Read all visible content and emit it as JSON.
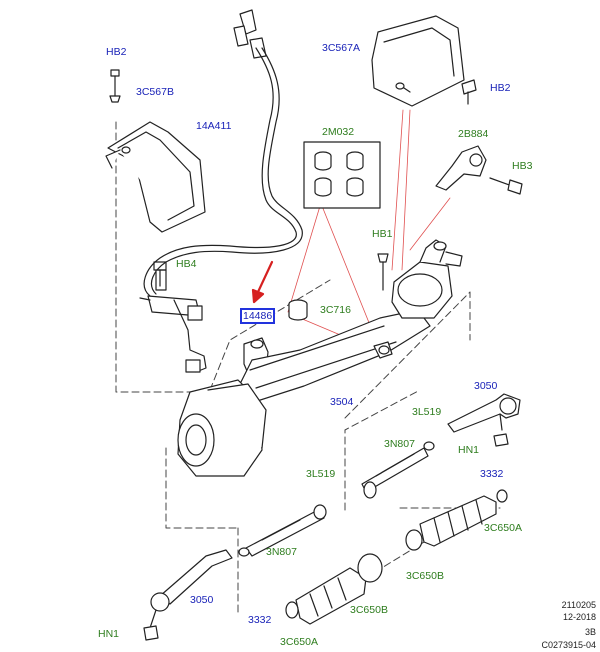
{
  "labels": {
    "hb2_left": "HB2",
    "c567b": "3C567B",
    "a411": "14A411",
    "c567a": "3C567A",
    "hb2_right": "HB2",
    "m032": "2M032",
    "b884": "2B884",
    "hb3": "HB3",
    "hb1_top": "HB1",
    "hb4": "HB4",
    "p14486": "14486",
    "c716": "3C716",
    "p3504": "3504",
    "p3050_right": "3050",
    "l519_right": "3L519",
    "n807_right": "3N807",
    "hn1_right": "HN1",
    "p3332_right": "3332",
    "l519_left": "3L519",
    "c650a_right": "3C650A",
    "n807_left": "3N807",
    "c650b_right": "3C650B",
    "p3050_left": "3050",
    "p3332_left": "3332",
    "c650b_left": "3C650B",
    "hn1_left": "HN1",
    "c650a_left": "3C650A"
  },
  "footer": {
    "code1": "2110205",
    "code2": "12-2018",
    "code3": "3B",
    "code4": "C0273915-04"
  },
  "colors": {
    "part_number_blue": "#1a23b8",
    "fastener_green": "#2e7d1e",
    "highlight_border": "#2233dd",
    "arrow_red": "#d62020",
    "leader_red": "#e05050"
  }
}
